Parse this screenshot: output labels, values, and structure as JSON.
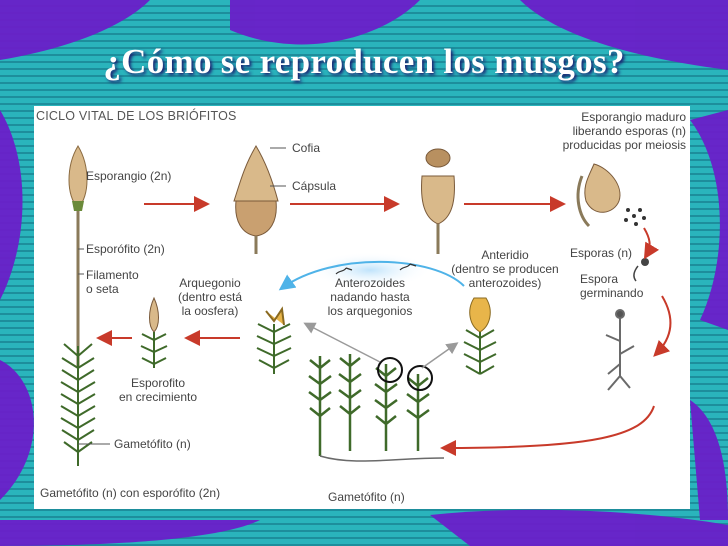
{
  "slide": {
    "title": "¿Cómo se reproducen los musgos?",
    "background_color": "#26b0b8",
    "leaf_color": "#6a1fc9"
  },
  "diagram": {
    "heading": "CICLO VITAL DE LOS BRIÓFITOS",
    "arrow_colors": {
      "main_cycle": "#c83a2a",
      "sperm_path": "#4fb3e8",
      "gray": "#9a9a9a"
    },
    "labels": {
      "cofia": "Cofia",
      "capsula": "Cápsula",
      "esporangio": "Esporangio (2n)",
      "esporofito": "Esporófito (2n)",
      "filamento": "Filamento\no seta",
      "esporangio_maduro": "Esporangio maduro\nliberando esporas (n)\nproducidas por meiosis",
      "esporas": "Esporas (n)",
      "espora_germinando": "Espora\ngerminando",
      "anteridio": "Anteridio\n(dentro se producen\nanterozoides)",
      "anterozoides": "Anterozoides\nnadando hasta\nlos arquegonios",
      "arquegonio": "Arquegonio\n(dentro está\nla oosfera)",
      "esporofito_crecimiento": "Esporofito\nen crecimiento",
      "gametofito": "Gametófito (n)",
      "gametofito_con_esporofito": "Gametófito (n) con esporófito (2n)",
      "gametofito_bottom": "Gametófito (n)"
    }
  }
}
